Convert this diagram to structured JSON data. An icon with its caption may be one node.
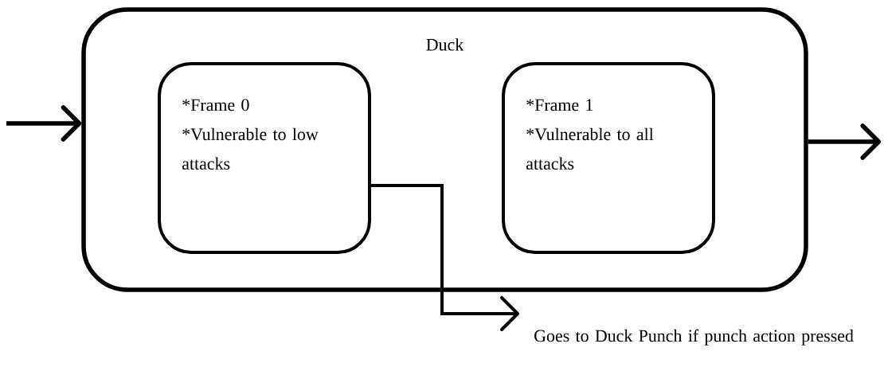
{
  "diagram": {
    "nodes": [
      {
        "text": [
          "Duck"
        ]
      },
      {
        "text": [
          "*Frame 0",
          "*Vulnerable to low attacks"
        ],
        "in": 0
      },
      {
        "text": [
          "*Frame 1",
          "*Vulnerable to all attacks"
        ],
        "in": 0
      },
      {
        "text": [
          "Goes to Duck Punch if punch action pressed"
        ]
      }
    ],
    "edges": [
      {
        "from": null,
        "to": 0,
        "arrow": "to"
      },
      {
        "from": 0,
        "to": null,
        "arrow": "to"
      },
      {
        "from": 1,
        "to": 3,
        "arrow": "to"
      }
    ]
  }
}
